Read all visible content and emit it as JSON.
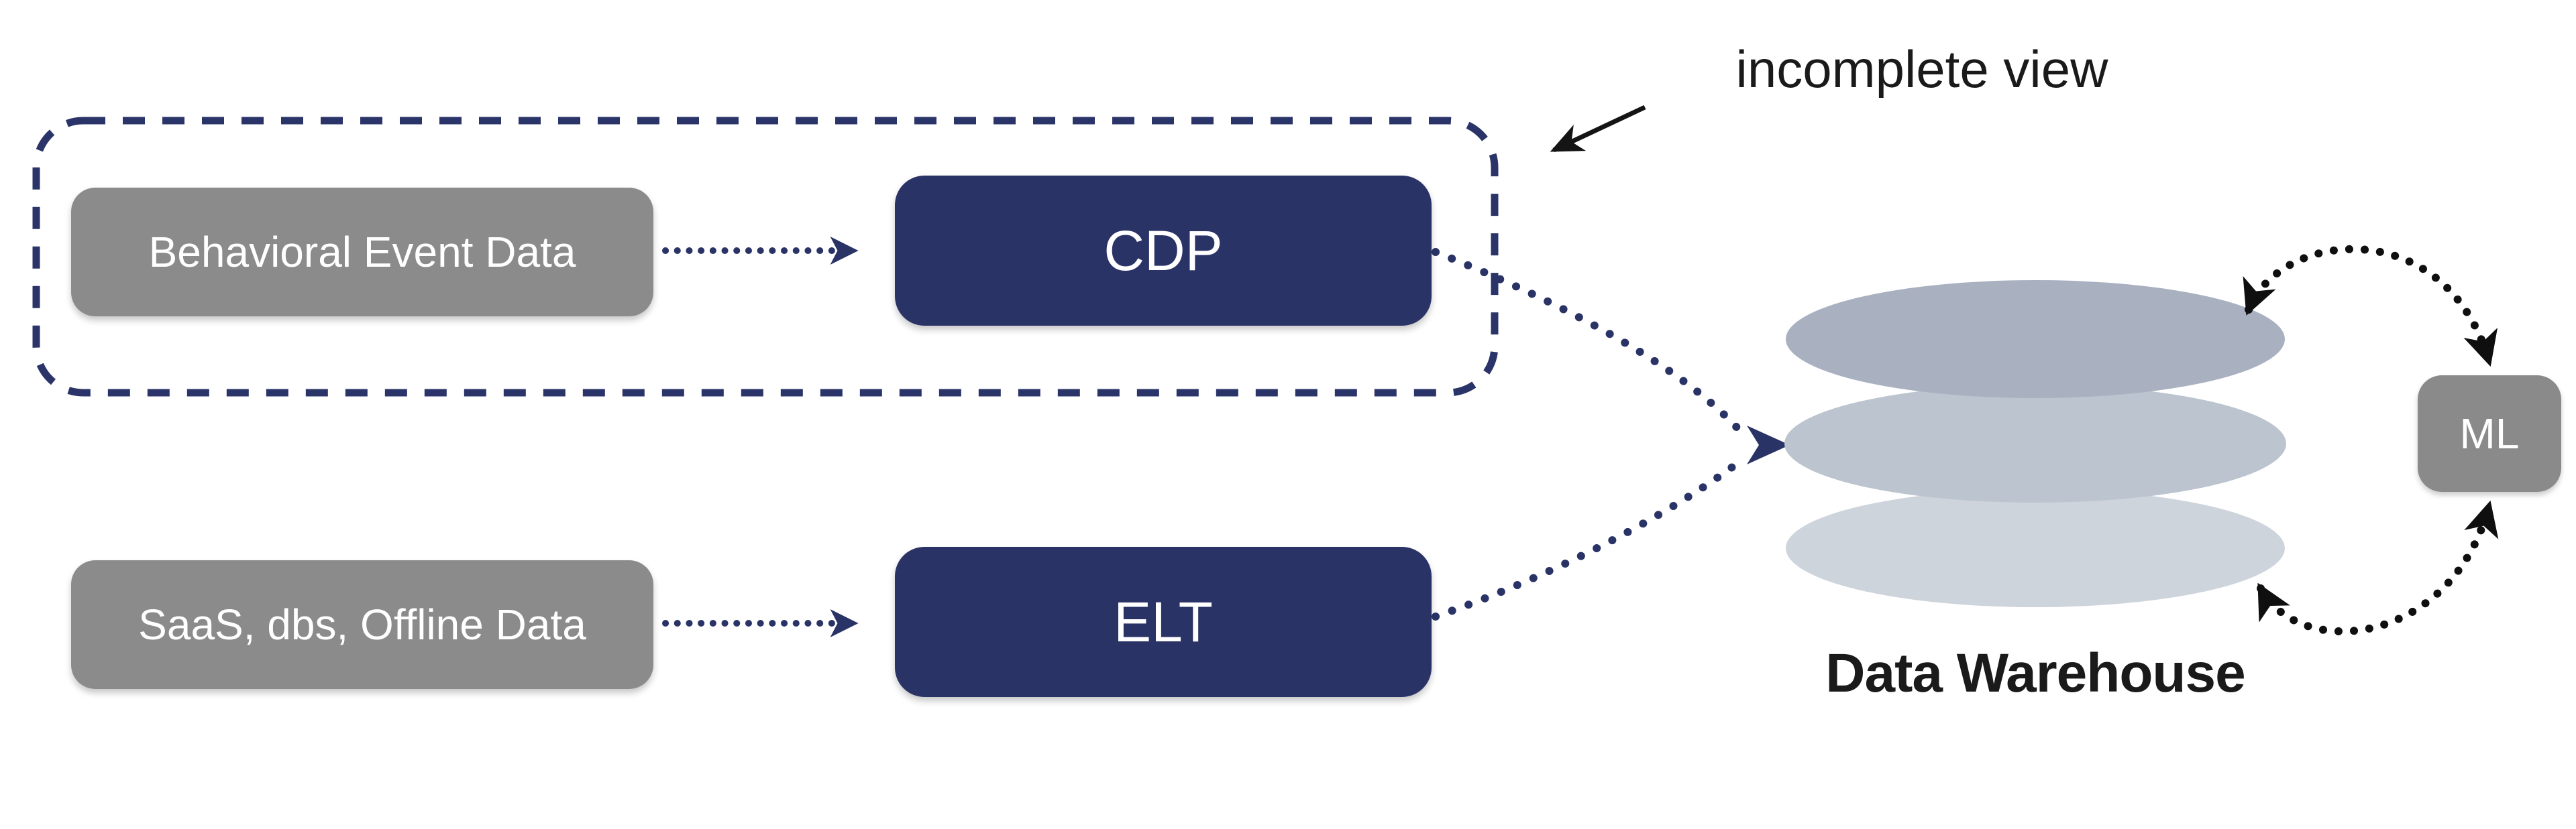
{
  "diagram": {
    "annotation": {
      "label": "incomplete view",
      "target": "dashed group containing Behavioral Event Data and CDP"
    },
    "nodes": {
      "behavioral": {
        "label": "Behavioral Event Data"
      },
      "saas": {
        "label": "SaaS, dbs, Offline Data"
      },
      "cdp": {
        "label": "CDP"
      },
      "elt": {
        "label": "ELT"
      },
      "warehouse": {
        "label": "Data Warehouse"
      },
      "ml": {
        "label": "ML"
      }
    },
    "edges": [
      {
        "from": "Behavioral Event Data",
        "to": "CDP",
        "style": "dotted-arrow"
      },
      {
        "from": "SaaS, dbs, Offline Data",
        "to": "ELT",
        "style": "dotted-arrow"
      },
      {
        "from": "CDP",
        "to": "Data Warehouse",
        "style": "dotted-arrow"
      },
      {
        "from": "ELT",
        "to": "Data Warehouse",
        "style": "dotted-arrow"
      },
      {
        "from": "Data Warehouse",
        "to": "ML",
        "style": "dotted-arrow",
        "bidirectional": true,
        "route": "top"
      },
      {
        "from": "Data Warehouse",
        "to": "ML",
        "style": "dotted-arrow",
        "bidirectional": true,
        "route": "bottom"
      }
    ],
    "colors": {
      "navy": "#293366",
      "dashed_border": "#2b3468",
      "source_gray": "#8b8b8b",
      "ml_gray": "#8a8a8a",
      "ellipse_top": "#a9b1c1",
      "ellipse_middle": "#bcc4cf",
      "ellipse_bottom": "#ced4db",
      "text_dark": "#1a1a1a",
      "text_light": "#ffffff",
      "connector_black": "#111111"
    }
  }
}
